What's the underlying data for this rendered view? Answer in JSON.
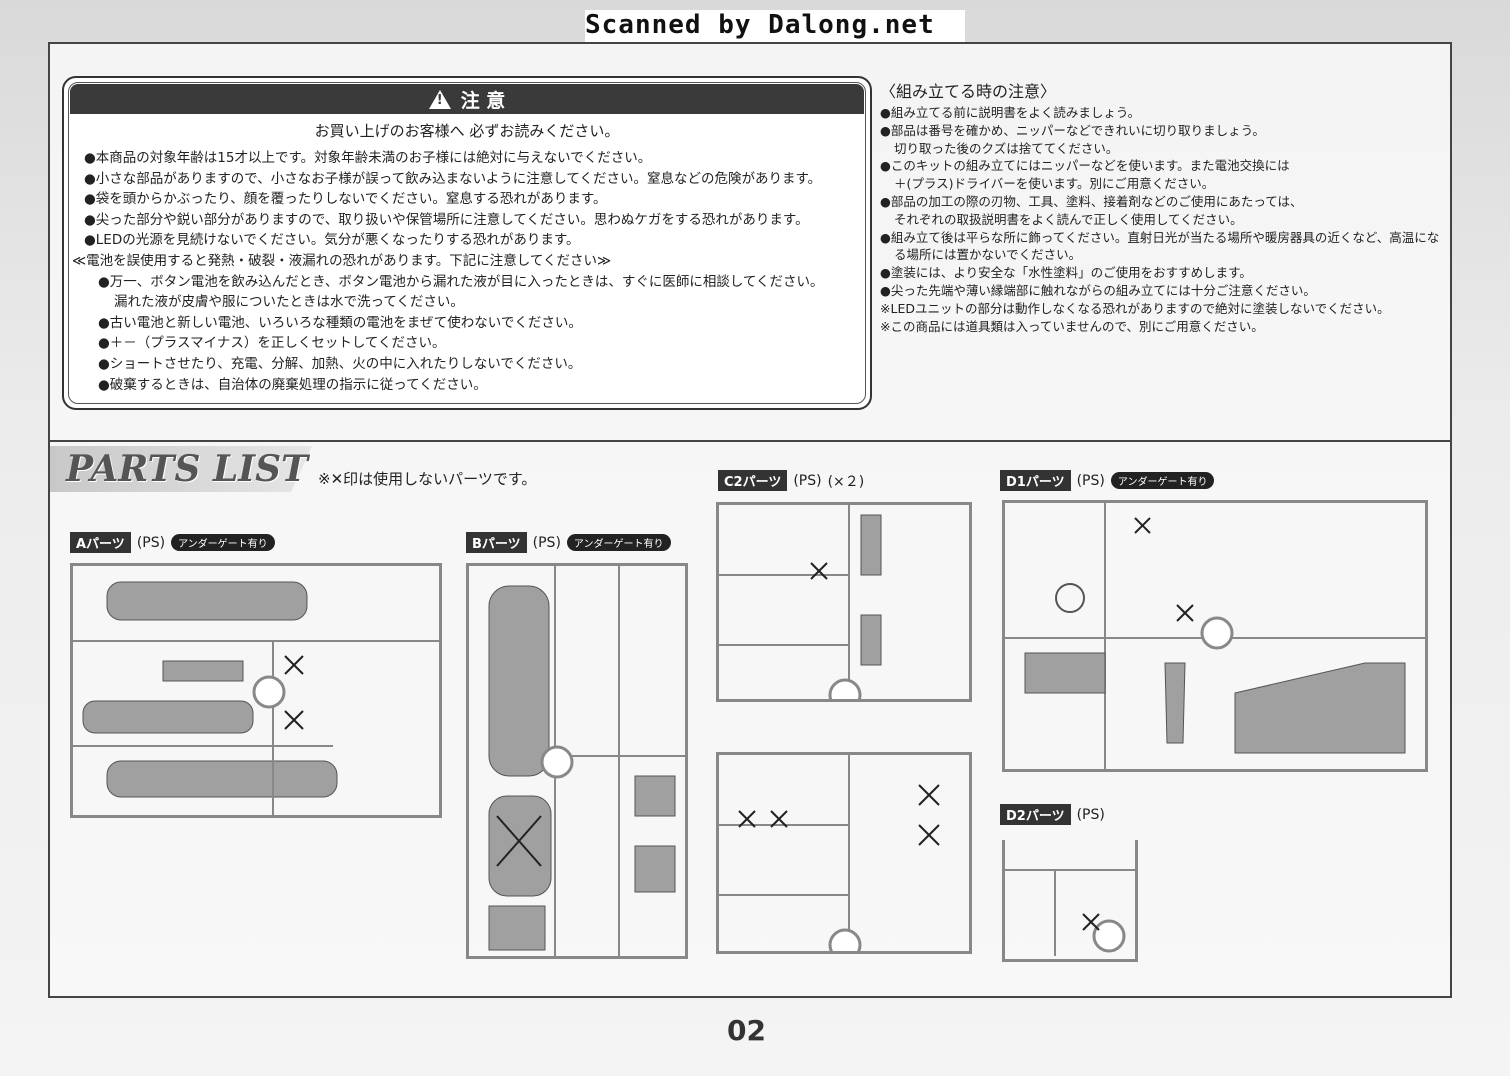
{
  "watermark": "Scanned by Dalong.net",
  "caution": {
    "heading": "注 意",
    "subheading": "お買い上げのお客様へ 必ずお読みください。",
    "lines": [
      "●本商品の対象年齢は15才以上です。対象年齢未満のお子様には絶対に与えないでください。",
      "●小さな部品がありますので、小さなお子様が誤って飲み込まないように注意してください。窒息などの危険があります。",
      "●袋を頭からかぶったり、顔を覆ったりしないでください。窒息する恐れがあります。",
      "●尖った部分や鋭い部分がありますので、取り扱いや保管場所に注意してください。思わぬケガをする恐れがあります。",
      "●LEDの光源を見続けないでください。気分が悪くなったりする恐れがあります。"
    ],
    "battery_heading": "≪電池を誤使用すると発熱・破裂・液漏れの恐れがあります。下記に注意してください≫",
    "battery_lines": [
      "●万一、ボタン電池を飲み込んだとき、ボタン電池から漏れた液が目に入ったときは、すぐに医師に相談してください。",
      "漏れた液が皮膚や服についたときは水で洗ってください。",
      "●古い電池と新しい電池、いろいろな種類の電池をまぜて使わないでください。",
      "●＋－（プラスマイナス）を正しくセットしてください。",
      "●ショートさせたり、充電、分解、加熱、火の中に入れたりしないでください。",
      "●破棄するときは、自治体の廃棄処理の指示に従ってください。"
    ]
  },
  "assembly": {
    "title": "〈組み立てる時の注意〉",
    "lines": [
      "●組み立てる前に説明書をよく読みましょう。",
      "●部品は番号を確かめ、ニッパーなどできれいに切り取りましょう。",
      "切り取った後のクズは捨ててください。",
      "●このキットの組み立てにはニッパーなどを使います。また電池交換には",
      "＋(プラス)ドライバーを使います。別にご用意ください。",
      "●部品の加工の際の刃物、工具、塗料、接着剤などのご使用にあたっては、",
      "それぞれの取扱説明書をよく読んで正しく使用してください。",
      "●組み立て後は平らな所に飾ってください。直射日光が当たる場所や暖房器具の近くなど、高温にな",
      "る場所には置かないでください。",
      "●塗装には、より安全な「水性塗料」のご使用をおすすめします。",
      "●尖った先端や薄い縁端部に触れながらの組み立てには十分ご注意ください。",
      "※LEDユニットの部分は動作しなくなる恐れがありますので絶対に塗装しないでください。",
      "※この商品には道具類は入っていませんので、別にご用意ください。"
    ]
  },
  "parts_list": {
    "title": "PARTS LIST",
    "note": "※✕印は使用しないパーツです。",
    "parts": {
      "a": {
        "tag": "Aパーツ",
        "material": "(PS)",
        "gate": "アンダーゲート有り"
      },
      "b": {
        "tag": "Bパーツ",
        "material": "(PS)",
        "gate": "アンダーゲート有り"
      },
      "c2": {
        "tag": "C2パーツ",
        "material": "(PS)",
        "count": "(×２)"
      },
      "d1": {
        "tag": "D1パーツ",
        "material": "(PS)",
        "gate": "アンダーゲート有り"
      },
      "d2": {
        "tag": "D2パーツ",
        "material": "(PS)"
      }
    }
  },
  "page_number": "02"
}
